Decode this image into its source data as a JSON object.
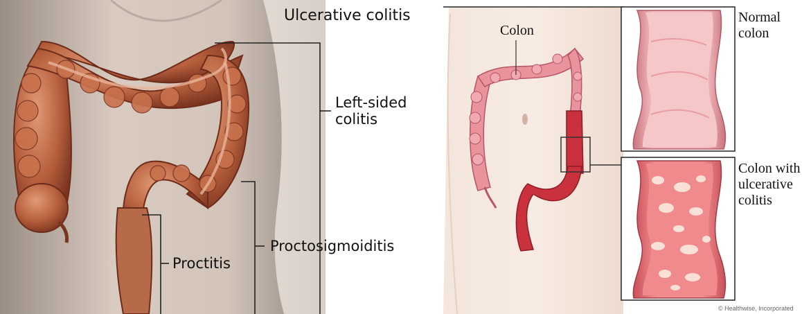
{
  "left_panel": {
    "title": "Ulcerative colitis",
    "labels": {
      "left_sided": "Left-sided\ncolitis",
      "proctosigmoiditis": "Proctosigmoiditis",
      "proctitis": "Proctitis"
    }
  },
  "right_panel": {
    "labels": {
      "colon": "Colon",
      "normal": "Normal\ncolon",
      "ulcerative": "Colon with\nulcerative\ncolitis"
    },
    "credit": "© Healthwise, Incorporated"
  }
}
